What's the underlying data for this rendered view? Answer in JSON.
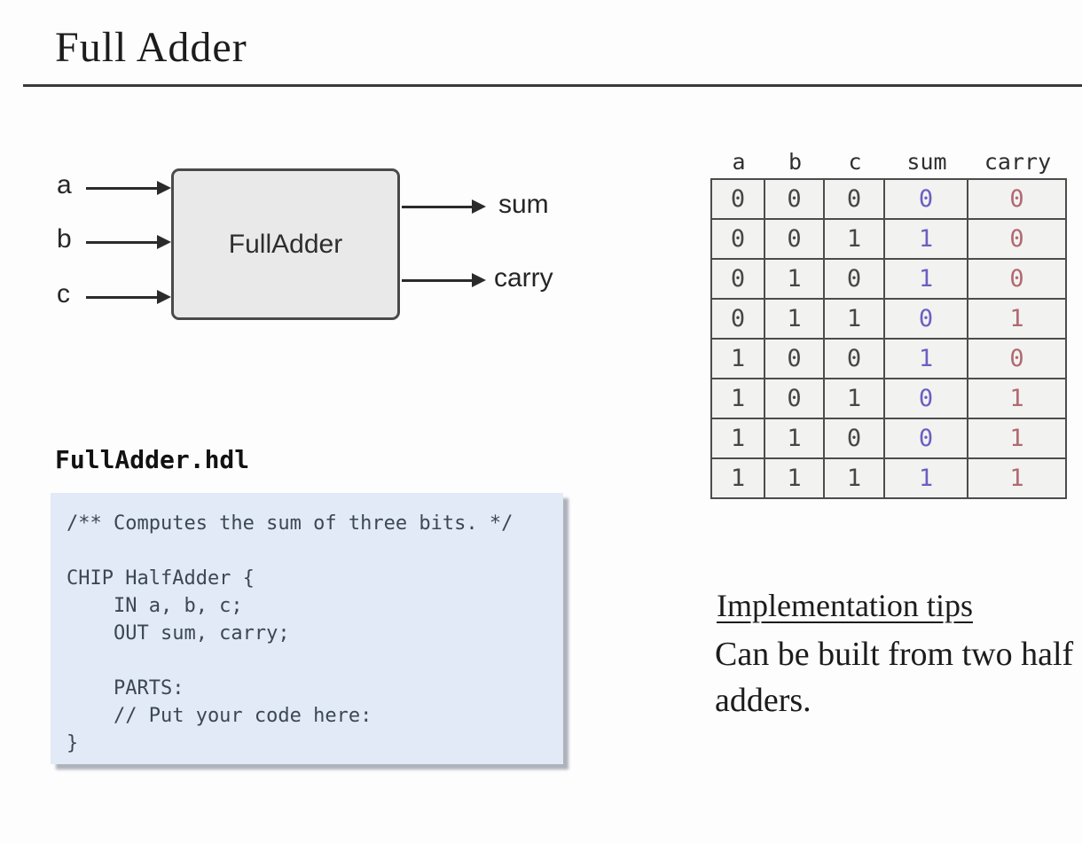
{
  "slide": {
    "title": "Full Adder"
  },
  "diagram": {
    "chip_label": "FullAdder",
    "inputs": [
      "a",
      "b",
      "c"
    ],
    "outputs": [
      "sum",
      "carry"
    ]
  },
  "truth_table": {
    "headers": [
      "a",
      "b",
      "c",
      "sum",
      "carry"
    ],
    "rows": [
      [
        "0",
        "0",
        "0",
        "0",
        "0"
      ],
      [
        "0",
        "0",
        "1",
        "1",
        "0"
      ],
      [
        "0",
        "1",
        "0",
        "1",
        "0"
      ],
      [
        "0",
        "1",
        "1",
        "0",
        "1"
      ],
      [
        "1",
        "0",
        "0",
        "1",
        "0"
      ],
      [
        "1",
        "0",
        "1",
        "0",
        "1"
      ],
      [
        "1",
        "1",
        "0",
        "0",
        "1"
      ],
      [
        "1",
        "1",
        "1",
        "1",
        "1"
      ]
    ],
    "input_color": "#464644",
    "sum_color": "#6a5fc0",
    "carry_color": "#b06a70"
  },
  "code": {
    "filename": "FullAdder.hdl",
    "content": "/** Computes the sum of three bits. */\n\nCHIP HalfAdder {\n    IN a, b, c;\n    OUT sum, carry;\n\n    PARTS:\n    // Put your code here:\n}"
  },
  "tips": {
    "heading": "Implementation tips",
    "body": "Can be built from two half adders."
  }
}
